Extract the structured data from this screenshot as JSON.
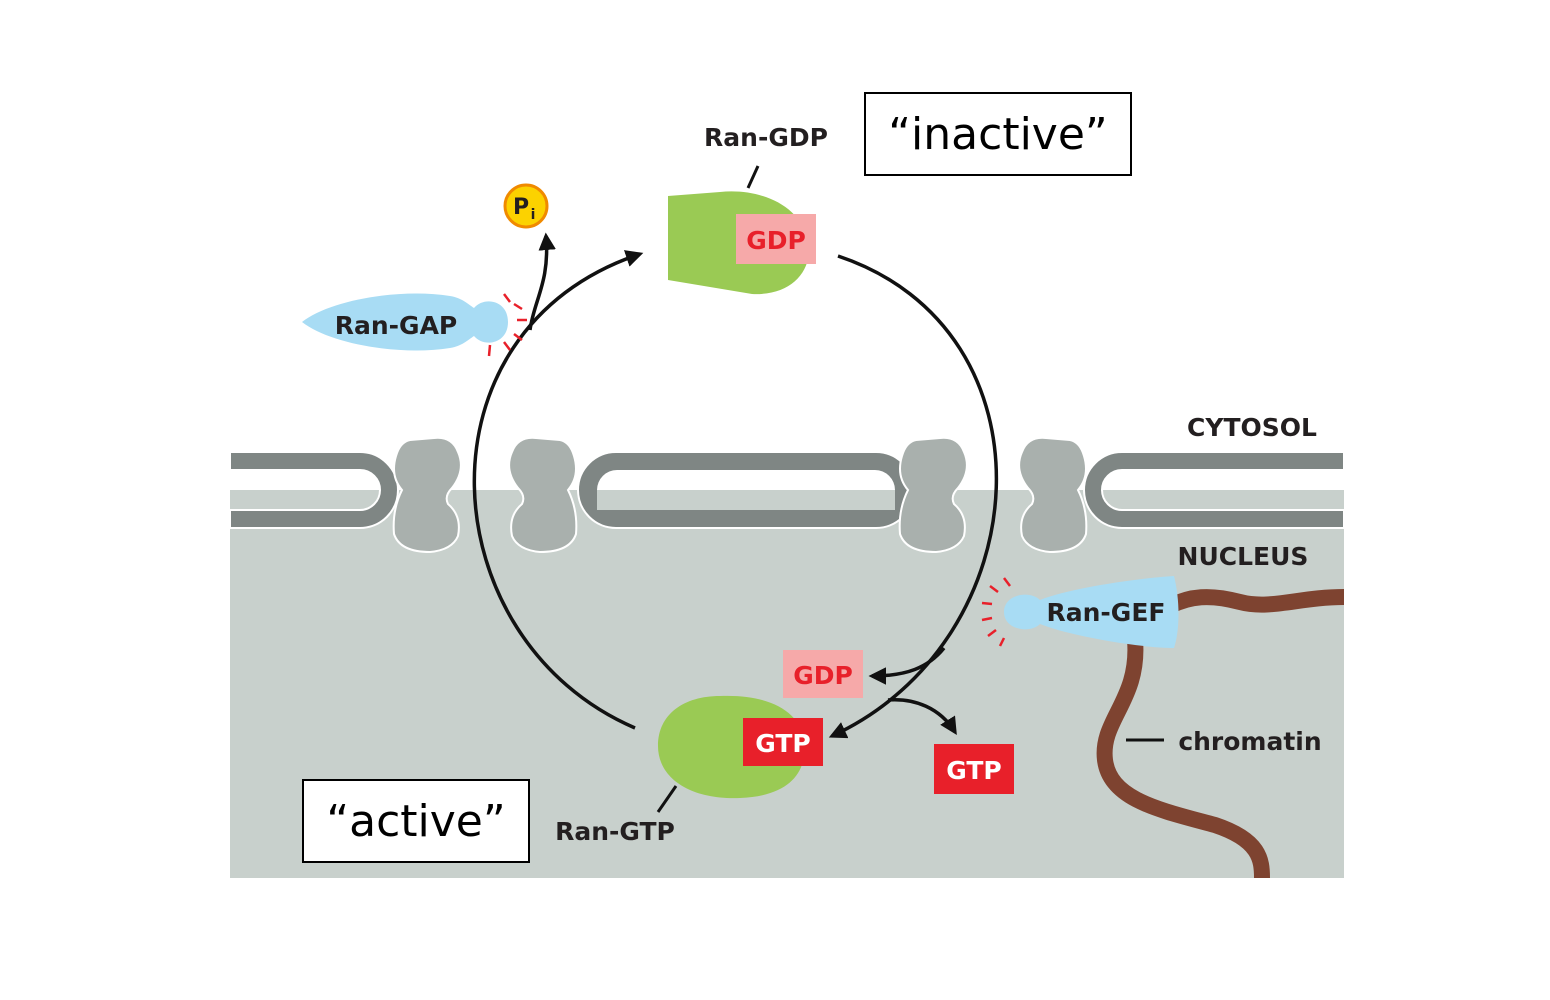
{
  "labels": {
    "cytosol": "CYTOSOL",
    "nucleus": "NUCLEUS",
    "ran_gdp": "Ran-GDP",
    "ran_gtp": "Ran-GTP",
    "ran_gap": "Ran-GAP",
    "ran_gef": "Ran-GEF",
    "chromatin": "chromatin",
    "gdp_bound": "GDP",
    "gtp_bound": "GTP",
    "gdp_released": "GDP",
    "gtp_free": "GTP",
    "pi_main": "P",
    "pi_sub": "i",
    "inactive": "“inactive”",
    "active": "“active”"
  },
  "colors": {
    "nucleus_bg": "#c8d0cc",
    "envelope": "#7f8684",
    "pore": "#a9b0ad",
    "ran": "#9aca54",
    "enzyme": "#a8dcf4",
    "gtp_box": "#e8202a",
    "gdp_box": "#f6a9a9",
    "chromatin": "#7e4330",
    "pi_fill": "#fcd200",
    "pi_stroke": "#f08a00"
  }
}
